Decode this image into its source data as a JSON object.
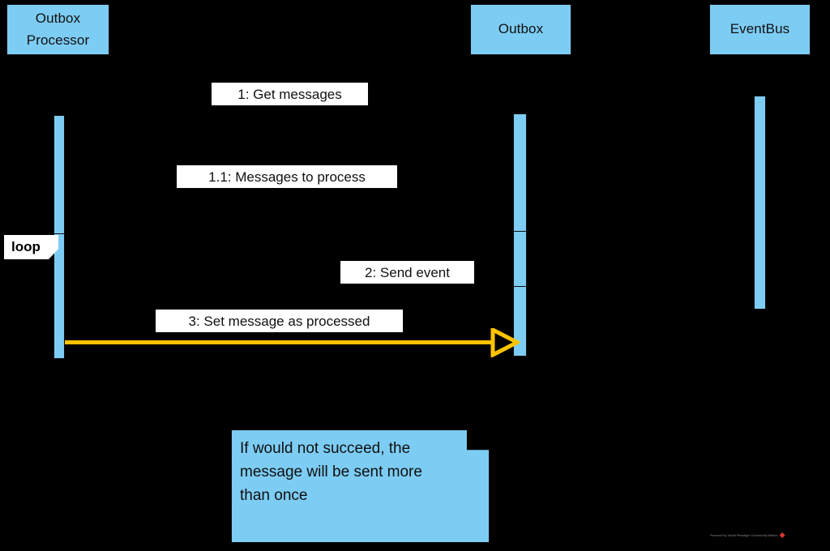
{
  "diagram": {
    "type": "uml-sequence-diagram",
    "background_color": "#000000",
    "accent_color": "#7DCCF3",
    "arrow_color": "#FFC300",
    "label_background": "#FFFFFF"
  },
  "participants": [
    {
      "id": "outbox-processor",
      "label": "Outbox\nProcessor",
      "line1": "Outbox",
      "line2": "Processor"
    },
    {
      "id": "outbox",
      "label": "Outbox"
    },
    {
      "id": "eventbus",
      "label": "EventBus"
    }
  ],
  "fragments": [
    {
      "id": "loop",
      "label": "loop"
    }
  ],
  "messages": [
    {
      "id": "msg-1",
      "label": "1: Get messages"
    },
    {
      "id": "msg-1-1",
      "label": "1.1: Messages to process"
    },
    {
      "id": "msg-2",
      "label": "2: Send event"
    },
    {
      "id": "msg-3",
      "label": "3: Set message as processed"
    }
  ],
  "note": {
    "id": "retry-note",
    "line1": "If would not succeed, the",
    "line2": "message will be sent more",
    "line3": "than once",
    "text": "If would not succeed, the message will be sent more than once"
  },
  "watermark": {
    "text": "Powered by Visual Paradigm Community Edition"
  }
}
